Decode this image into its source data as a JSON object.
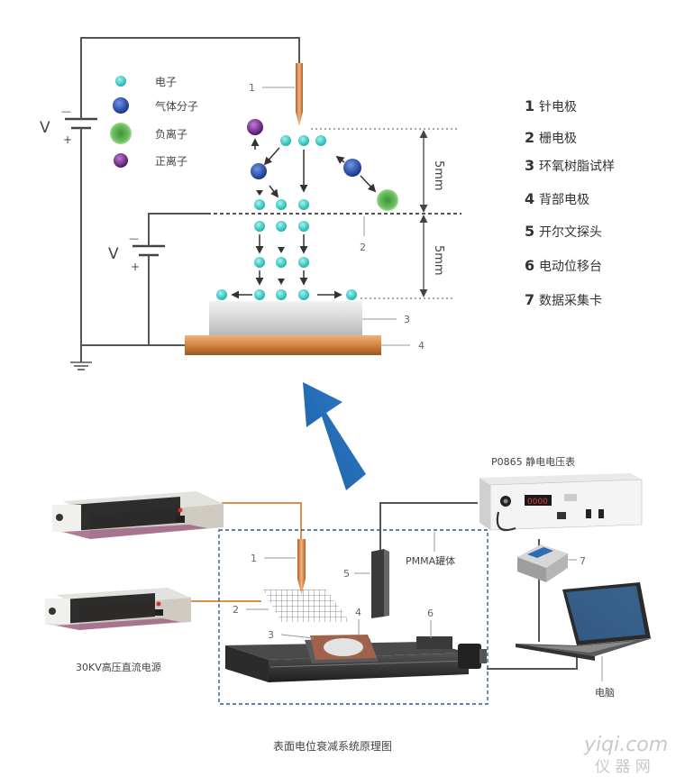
{
  "particle_legend": [
    {
      "label": "电子",
      "color": "#2ec4c0"
    },
    {
      "label": "气体分子",
      "color": "#1f4fa8"
    },
    {
      "label": "负离子",
      "color": "#5cb85c"
    },
    {
      "label": "正离子",
      "color": "#6a2a8a"
    }
  ],
  "voltage_label": "V",
  "minus_sign": "—",
  "plus_sign": "+",
  "gap_upper": "5mm",
  "gap_lower": "5mm",
  "schematic_callouts": [
    "1",
    "2",
    "3",
    "4"
  ],
  "component_list": [
    {
      "num": "1",
      "label": "针电极"
    },
    {
      "num": "2",
      "label": "栅电极"
    },
    {
      "num": "3",
      "label": "环氧树脂试样"
    },
    {
      "num": "4",
      "label": "背部电极"
    },
    {
      "num": "5",
      "label": "开尔文探头"
    },
    {
      "num": "6",
      "label": "电动位移台"
    },
    {
      "num": "7",
      "label": "数据采集卡"
    }
  ],
  "device_labels": {
    "voltmeter": "P0865 静电电压表",
    "enclosure": "PMMA罐体",
    "power_supply": "30KV高压直流电源",
    "computer": "电脑",
    "voltmeter_display": "0000"
  },
  "setup_callouts": [
    "1",
    "2",
    "3",
    "4",
    "5",
    "6",
    "7"
  ],
  "caption": "表面电位衰减系统原理图",
  "watermark": {
    "line1": "yiqi.com",
    "line2": "仪 器 网"
  }
}
